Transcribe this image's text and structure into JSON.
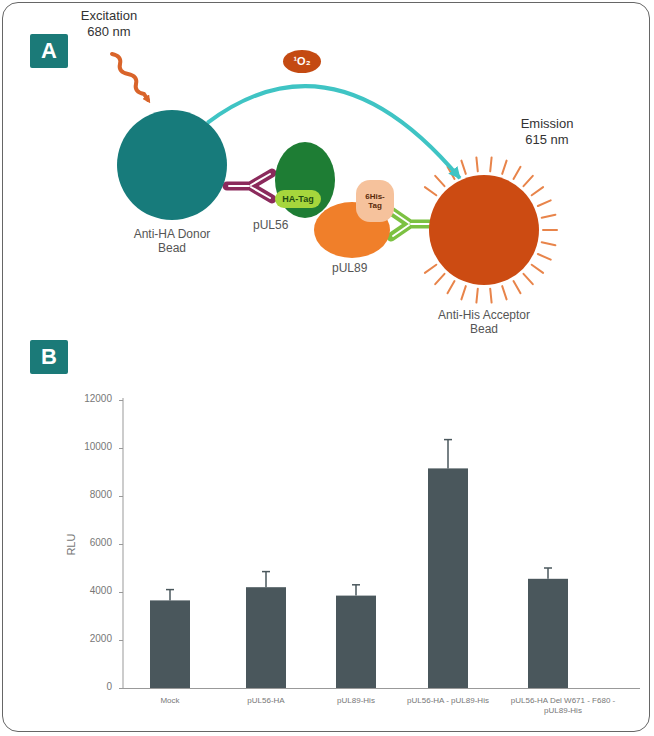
{
  "diagram": {
    "nodes": [
      {
        "text": [
          "A"
        ]
      },
      {
        "text": [
          "¹O₂"
        ]
      },
      {
        "text": [
          "Anti-HA Donor Bead"
        ]
      },
      {
        "text": [
          "pUL56"
        ]
      },
      {
        "text": [
          "HA-Tag"
        ],
        "in": 3
      },
      {
        "text": [
          "pUL89"
        ]
      },
      {
        "text": [
          "6His-Tag"
        ],
        "in": 5
      },
      {
        "text": [
          "Anti-His Acceptor Bead"
        ]
      },
      {
        "text": [
          "B"
        ]
      }
    ],
    "edges": [
      {
        "from": 2,
        "to": 7,
        "arrow": "to"
      }
    ],
    "labels": [
      "Excitation 680 nm",
      "Emission 615 nm",
      "12000",
      "10000",
      "8000",
      "6000",
      "4000",
      "2000",
      "0",
      "RLU",
      "Mock",
      "pUL56-HA",
      "pUL89-His",
      "pUL56-HA - pUL89-His",
      "pUL56-HA Del W671 - F680 - pUL89-His"
    ]
  }
}
